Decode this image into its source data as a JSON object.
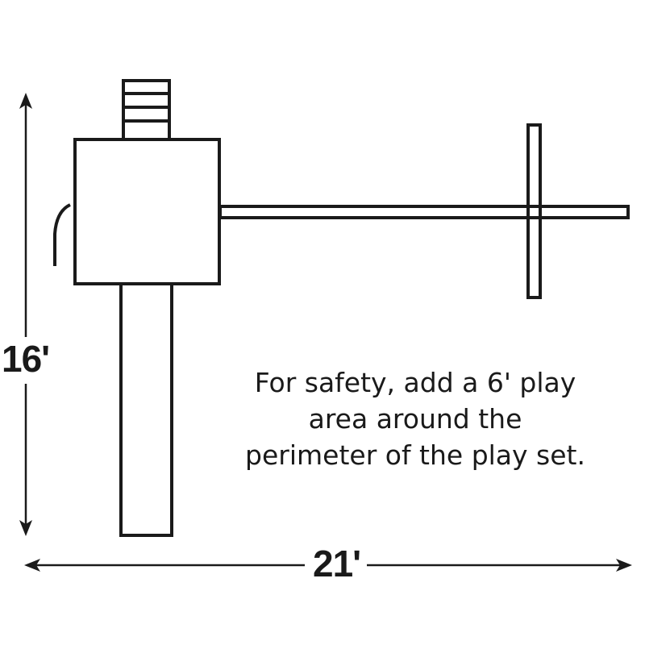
{
  "dimensions": {
    "height_label": "16'",
    "width_label": "21'"
  },
  "note": {
    "lines": [
      "For safety, add a 6' play",
      "area around the",
      "perimeter of the play set."
    ]
  },
  "colors": {
    "stroke": "#1a1a1a",
    "background": "#ffffff"
  }
}
